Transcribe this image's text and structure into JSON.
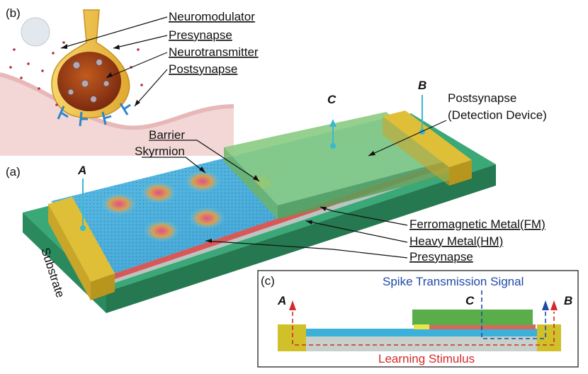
{
  "panels": {
    "a": "(a)",
    "b": "(b)",
    "c": "(c)"
  },
  "panel_b": {
    "labels": [
      "Neuromodulator",
      "Presynapse",
      "Neurotransmitter",
      "Postsynapse"
    ]
  },
  "panel_a": {
    "barrier": "Barrier",
    "skyrmion": "Skyrmion",
    "postsynapse_line1": "Postsynapse",
    "postsynapse_line2": "(Detection Device)",
    "fm": "Ferromagnetic Metal(FM)",
    "hm": "Heavy Metal(HM)",
    "presynapse": "Presynapse",
    "substrate": "Substrate",
    "terminal_a": "A",
    "terminal_b": "B",
    "terminal_c": "C"
  },
  "panel_c": {
    "spike_signal": "Spike Transmission Signal",
    "learning_stimulus": "Learning Stimulus",
    "terminal_a": "A",
    "terminal_b": "B",
    "terminal_c": "C"
  },
  "colors": {
    "substrate": "#2e9a6a",
    "electrode": "#d8b52a",
    "heavy_metal": "#cfd8d4",
    "ferromagnet": "#2aa6d8",
    "detector": "#7fc27a",
    "spike_signal": "#1f4aa8",
    "learning_stimulus": "#d42a2a",
    "arrow_cyan": "#3bb8d0"
  }
}
